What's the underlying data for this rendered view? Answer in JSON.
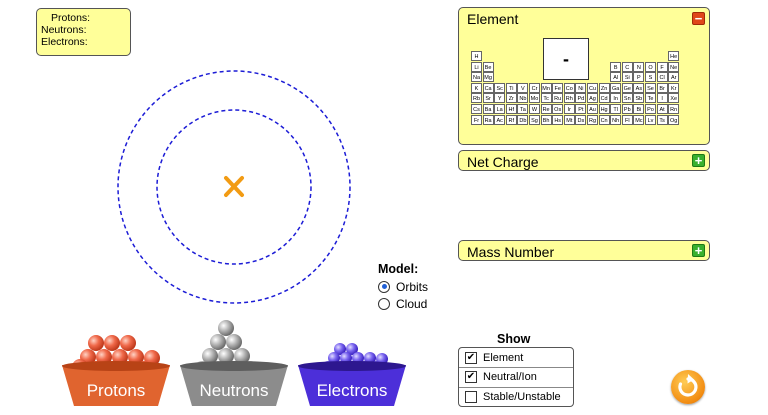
{
  "counts": {
    "protons_label": "Protons:",
    "neutrons_label": "Neutrons:",
    "electrons_label": "Electrons:"
  },
  "model": {
    "title": "Model:",
    "options": [
      "Orbits",
      "Cloud"
    ],
    "selected": "Orbits"
  },
  "buckets": {
    "protons": "Protons",
    "neutrons": "Neutrons",
    "electrons": "Electrons"
  },
  "panels": {
    "element": {
      "title": "Element",
      "expanded": true,
      "symbol": "-"
    },
    "net_charge": {
      "title": "Net Charge",
      "expanded": false
    },
    "mass_number": {
      "title": "Mass Number",
      "expanded": false
    }
  },
  "periodic_table": {
    "rows": [
      [
        "H",
        "",
        "",
        "",
        "",
        "",
        "",
        "",
        "",
        "",
        "",
        "",
        "",
        "",
        "",
        "",
        "",
        "He"
      ],
      [
        "Li",
        "Be",
        "",
        "",
        "",
        "",
        "",
        "",
        "",
        "",
        "",
        "",
        "B",
        "C",
        "N",
        "O",
        "F",
        "Ne"
      ],
      [
        "Na",
        "Mg",
        "",
        "",
        "",
        "",
        "",
        "",
        "",
        "",
        "",
        "",
        "Al",
        "Si",
        "P",
        "S",
        "Cl",
        "Ar"
      ],
      [
        "K",
        "Ca",
        "Sc",
        "Ti",
        "V",
        "Cr",
        "Mn",
        "Fe",
        "Co",
        "Ni",
        "Cu",
        "Zn",
        "Ga",
        "Ge",
        "As",
        "Se",
        "Br",
        "Kr"
      ],
      [
        "Rb",
        "Sr",
        "Y",
        "Zr",
        "Nb",
        "Mo",
        "Tc",
        "Ru",
        "Rh",
        "Pd",
        "Ag",
        "Cd",
        "In",
        "Sn",
        "Sb",
        "Te",
        "I",
        "Xe"
      ],
      [
        "Cs",
        "Ba",
        "La",
        "Hf",
        "Ta",
        "W",
        "Re",
        "Os",
        "Ir",
        "Pt",
        "Au",
        "Hg",
        "Tl",
        "Pb",
        "Bi",
        "Po",
        "At",
        "Rn"
      ],
      [
        "Fr",
        "Ra",
        "Ac",
        "Rf",
        "Db",
        "Sg",
        "Bh",
        "Hs",
        "Mt",
        "Ds",
        "Rg",
        "Cn",
        "Nh",
        "Fl",
        "Mc",
        "Lv",
        "Ts",
        "Og"
      ]
    ]
  },
  "show": {
    "title": "Show",
    "options": [
      {
        "label": "Element",
        "checked": true
      },
      {
        "label": "Neutral/Ion",
        "checked": true
      },
      {
        "label": "Stable/Unstable",
        "checked": false
      }
    ]
  },
  "colors": {
    "panel": "#ffff99",
    "proton": "#f0694a",
    "neutron": "#9a9a9a",
    "electron": "#6a55e8",
    "orbit": "#1c1cd6",
    "nucleus_marker": "#f29b13",
    "reset": "#f28c12"
  },
  "icons": {
    "reset": "reset-icon",
    "nucleus": "x-icon",
    "expand": "plus-icon",
    "collapse": "minus-icon"
  }
}
